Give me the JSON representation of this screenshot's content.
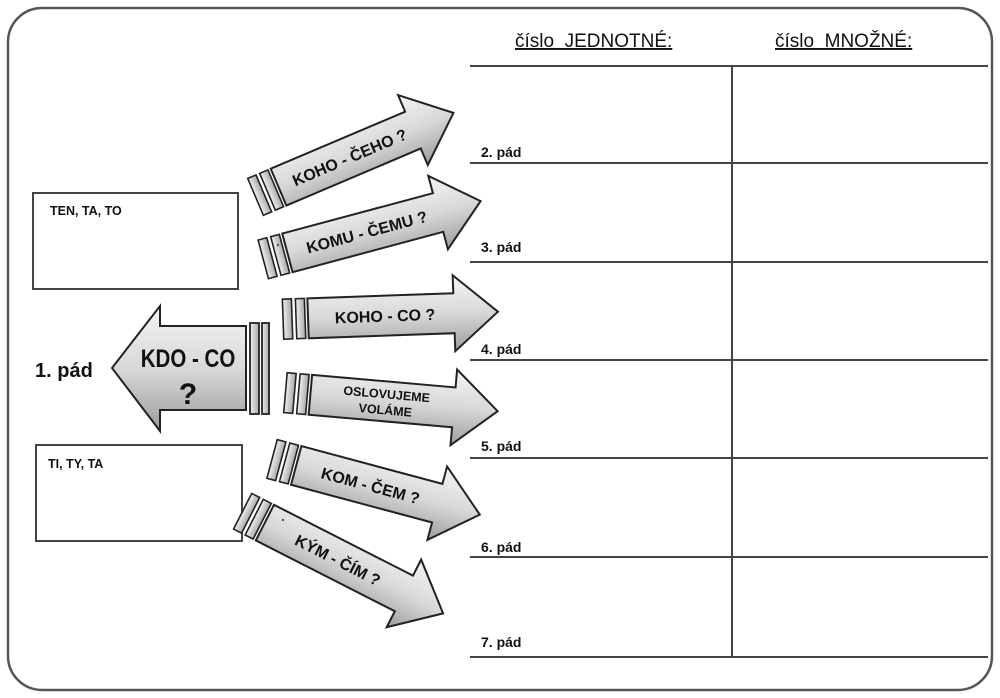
{
  "headers": {
    "singular": "číslo  JEDNOTNÉ:",
    "plural": "číslo  MNOŽNÉ:"
  },
  "nominative": {
    "label": "1. pád",
    "arrow_text": "KDO - CO",
    "mark": "?"
  },
  "boxes": {
    "singular_pronouns": "TEN, TA, TO",
    "plural_pronouns": "TI, TY, TA"
  },
  "case_arrows": [
    {
      "text": "KOHO - ČEHO ?"
    },
    {
      "text": "KOMU - ČEMU ?"
    },
    {
      "text": "KOHO - CO ?"
    },
    {
      "text": "OSLOVUJEME",
      "text2": "VOLÁME"
    },
    {
      "text": "KOM - ČEM ?"
    },
    {
      "text": "KÝM - ČÍM ?"
    }
  ],
  "rows": [
    {
      "label": "2. pád"
    },
    {
      "label": "3. pád"
    },
    {
      "label": "4. pád"
    },
    {
      "label": "5. pád"
    },
    {
      "label": "6. pád"
    },
    {
      "label": "7. pád"
    }
  ]
}
